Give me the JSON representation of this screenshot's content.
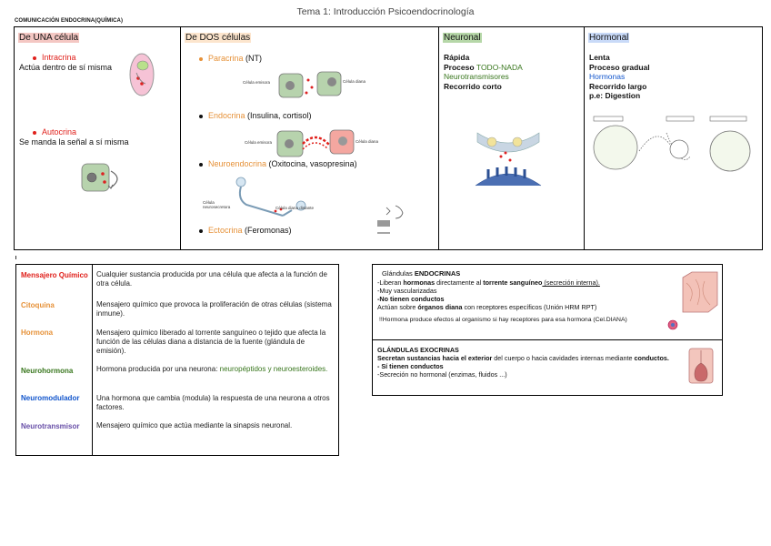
{
  "doc_title": "Tema 1: Introducción Psicoendocrinología",
  "section_label": "COMUNICACIÓN ENDOCRINA(QUÍMICA)",
  "top_table": {
    "col1": {
      "header": "De UNA célula",
      "intracrina": {
        "name": "Intracrina",
        "desc": "Actúa dentro de sí misma"
      },
      "autocrina": {
        "name": "Autocrina",
        "desc": "Se manda la señal a sí misma"
      }
    },
    "col2": {
      "header": "De DOS células",
      "paracrina": {
        "name": "Paracrina",
        "suffix": " (NT)",
        "label_emitter": "Célula emisora",
        "label_target": "Célula diana"
      },
      "endocrina": {
        "name": "Endocrina",
        "suffix": " (Insulina, cortisol)",
        "label_emitter": "Célula emisora",
        "label_target": "Célula diana"
      },
      "neuroendocrina": {
        "name": "Neuroendocrina",
        "suffix": " (Oxitocina, vasopresina)",
        "label_emitter": "Célula neurosecretora",
        "label_target": "Célula diana distante"
      },
      "ectocrina": {
        "name": "Ectocrina",
        "suffix": " (Feromonas)"
      }
    },
    "col3": {
      "header": "Neuronal",
      "l1": "Rápida",
      "l2_prefix": "Proceso ",
      "l2_highlight": "TODO-NADA",
      "l3": "Neurotransmisores",
      "l4": "Recorrido corto"
    },
    "col4": {
      "header": "Hormonal",
      "l1": "Lenta",
      "l2": "Proceso gradual",
      "l3": "Hormonas",
      "l4": "Recorrido largo",
      "l5": "p.e: Digestion"
    }
  },
  "glossary": [
    {
      "term": "Mensajero Químico",
      "color": "#e0201b",
      "definition": "Cualquier sustancia producida por una célula que afecta a la función de otra célula."
    },
    {
      "term": "Citoquina",
      "color": "#e69138",
      "definition": "Mensajero químico que provoca la proliferación de otras células (sistema inmune)."
    },
    {
      "term": "Hormona",
      "color": "#e69138",
      "definition": "Mensajero químico liberado al torrente sanguíneo o tejido que afecta la función de las células diana a distancia de la fuente (glándula de emisión)."
    },
    {
      "term": "Neurohormona",
      "color": "#38761d",
      "definition_prefix": "Hormona producida por una neurona: ",
      "definition_highlight": "neuropéptidos y neuroesteroides."
    },
    {
      "term": "Neuromodulador",
      "color": "#1155cc",
      "definition": "Una hormona que cambia (modula) la respuesta de una neurona a otros factores."
    },
    {
      "term": "Neurotransmisor",
      "color": "#674ea7",
      "definition": "Mensajero químico que actúa mediante la sinapsis neuronal."
    }
  ],
  "glands": {
    "endocrine": {
      "title_prefix": "Glándulas ",
      "title_bold": "ENDOCRINAS",
      "l1_a": "-Liberan ",
      "l1_b": "hormonas",
      "l1_c": " directamente al ",
      "l1_d": "torrente sanguíneo",
      "l1_e": " (secreción interna).",
      "l2": "-Muy vascularizadas",
      "l3": "-No tienen conductos",
      "l4_a": " Actúan sobre ",
      "l4_b": "órganos diana",
      "l4_c": " con receptores específicos (Unión HRM RPT)",
      "l5": "!!Hormona produce efectos al organismo si hay receptores para esa hormona (Cel.DIANA)"
    },
    "exocrine": {
      "title": "GLÁNDULAS EXOCRINAS",
      "l1_a": "Secretan sustancias ",
      "l1_b": "hacia el exterior",
      "l1_c": " del cuerpo o hacia cavidades internas mediante ",
      "l1_d": "conductos.",
      "l2": "- Sí tienen conductos",
      "l3": "-Secreción no hormonal (enzimas, fluidos ...)"
    }
  }
}
